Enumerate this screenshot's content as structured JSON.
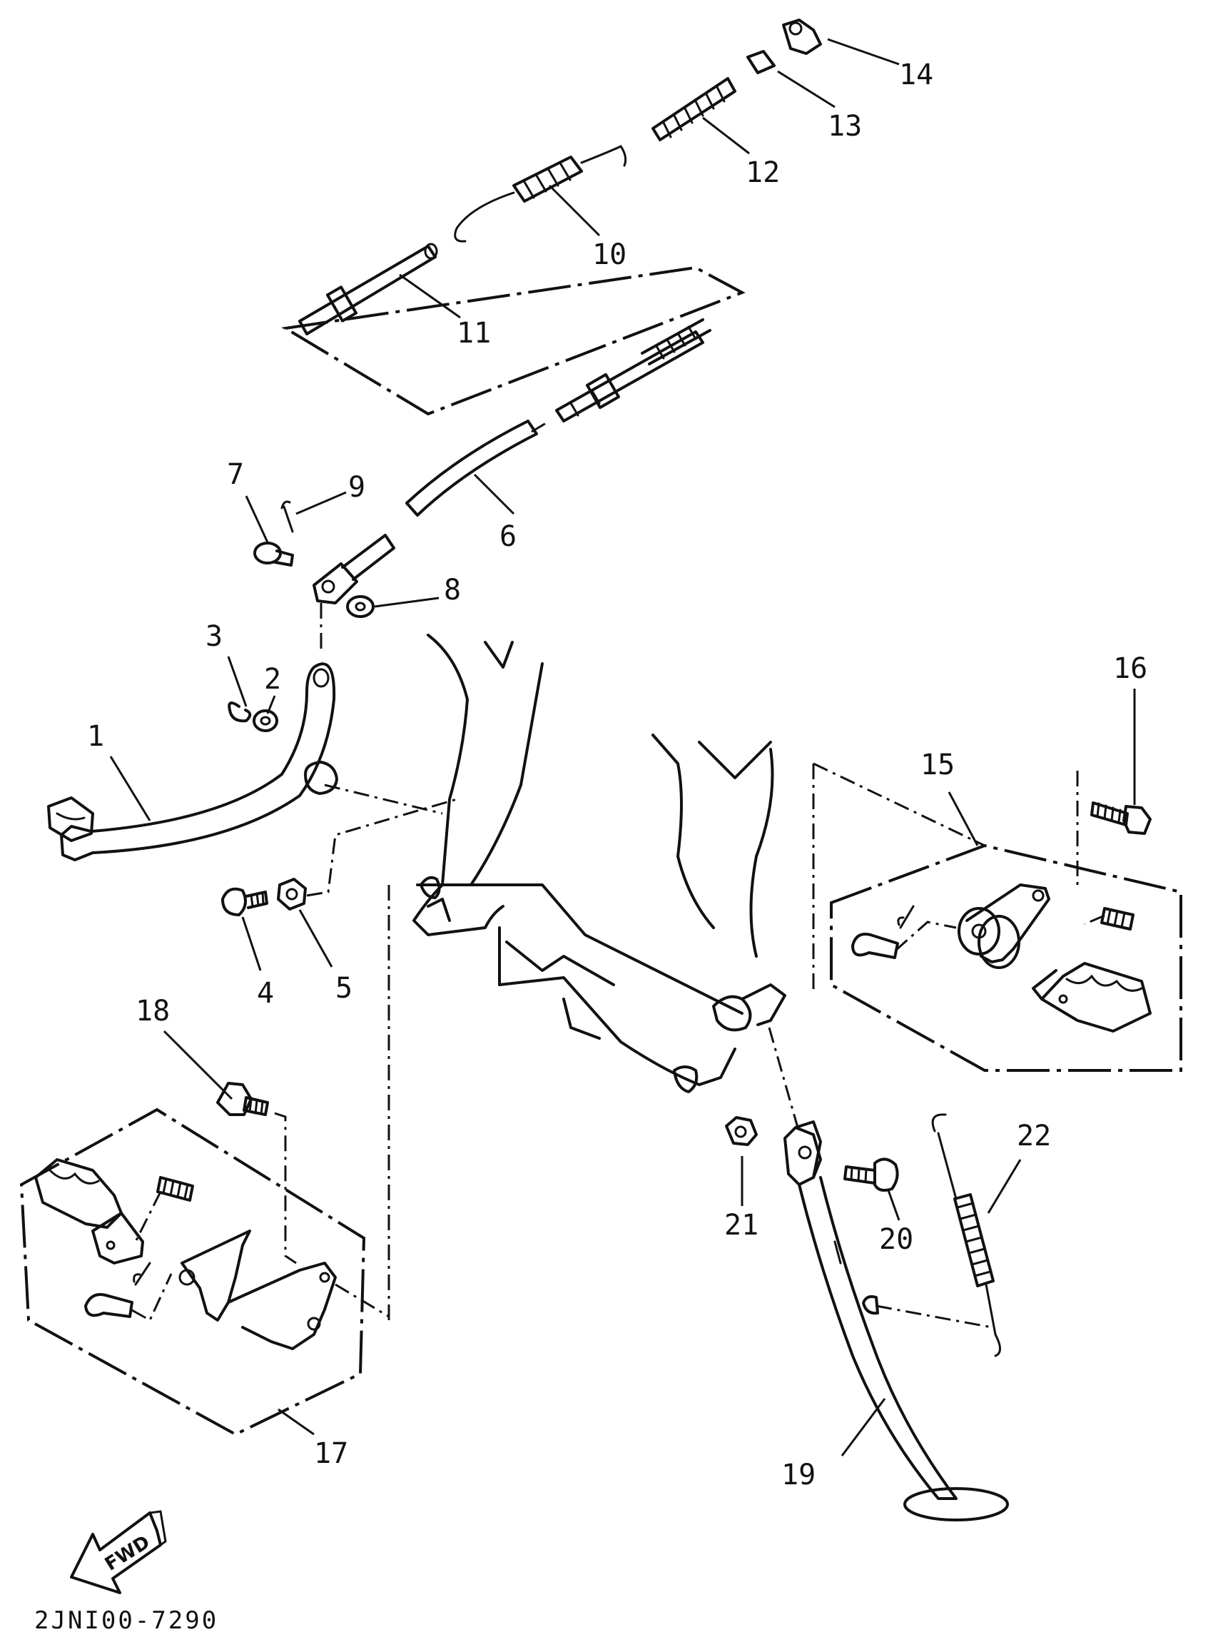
{
  "callouts": {
    "c1": "1",
    "c2": "2",
    "c3": "3",
    "c4": "4",
    "c5": "5",
    "c6": "6",
    "c7": "7",
    "c8": "8",
    "c9": "9",
    "c10": "10",
    "c11": "11",
    "c12": "12",
    "c13": "13",
    "c14": "14",
    "c15": "15",
    "c16": "16",
    "c17": "17",
    "c18": "18",
    "c19": "19",
    "c20": "20",
    "c21": "21",
    "c22": "22"
  },
  "fwd_label": "FWD",
  "diagram_code": "2JNI00-7290"
}
